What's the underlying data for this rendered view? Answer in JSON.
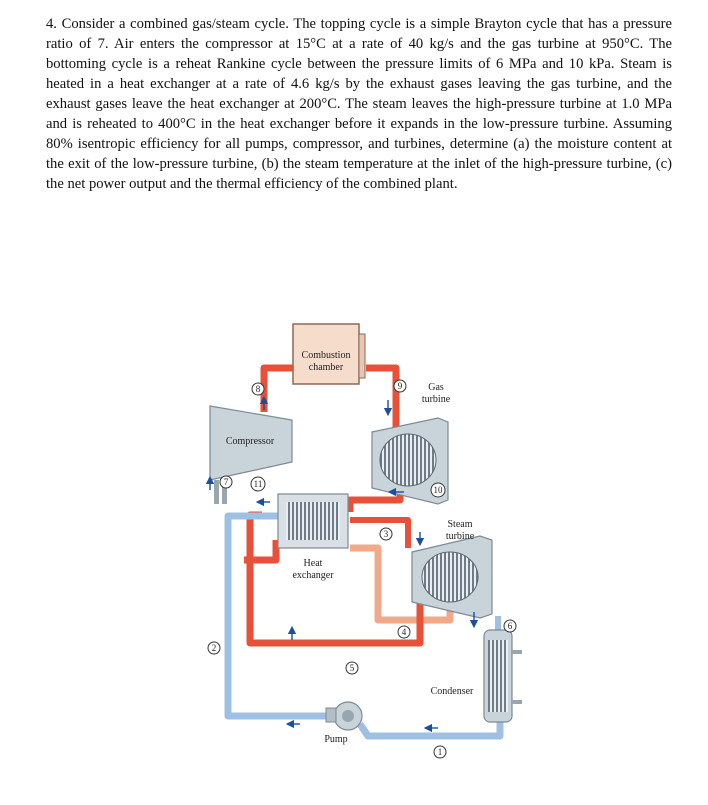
{
  "problem": {
    "text": "4. Consider a combined gas/steam cycle. The topping cycle is a simple Brayton cycle that has a pressure ratio of 7. Air enters the compressor at 15°C at a rate of 40 kg/s and the gas turbine at 950°C. The bottoming cycle is a reheat Rankine cycle between the pressure limits of 6 MPa and 10 kPa. Steam is heated in a heat exchanger at a rate of 4.6 kg/s by the exhaust gases leaving the gas turbine, and the exhaust gases leave the heat exchanger at 200°C. The steam leaves the high-pressure turbine at 1.0 MPa and is reheated to 400°C in the heat exchanger before it expands in the low-pressure turbine. Assuming 80% isentropic efficiency for all pumps, compressor, and turbines, determine (a) the moisture content at the exit of the low-pressure turbine, (b) the steam temperature at the inlet of the high-pressure turbine, (c) the net power output and the thermal efficiency of the combined plant."
  },
  "diagram": {
    "combustion_line1": "Combustion",
    "combustion_line2": "chamber",
    "gas_turbine_line1": "Gas",
    "gas_turbine_line2": "turbine",
    "compressor": "Compressor",
    "heat_exchanger_line1": "Heat",
    "heat_exchanger_line2": "exchanger",
    "steam_turbine_line1": "Steam",
    "steam_turbine_line2": "turbine",
    "condenser": "Condenser",
    "pump": "Pump",
    "states": [
      "1",
      "2",
      "3",
      "4",
      "5",
      "6",
      "7",
      "8",
      "9",
      "10",
      "11"
    ]
  },
  "colors": {
    "hot_gas": "#e8503a",
    "warm_pipe": "#f2a98a",
    "cold_water": "#9ec0e3",
    "equipment": "#c9d3da"
  }
}
